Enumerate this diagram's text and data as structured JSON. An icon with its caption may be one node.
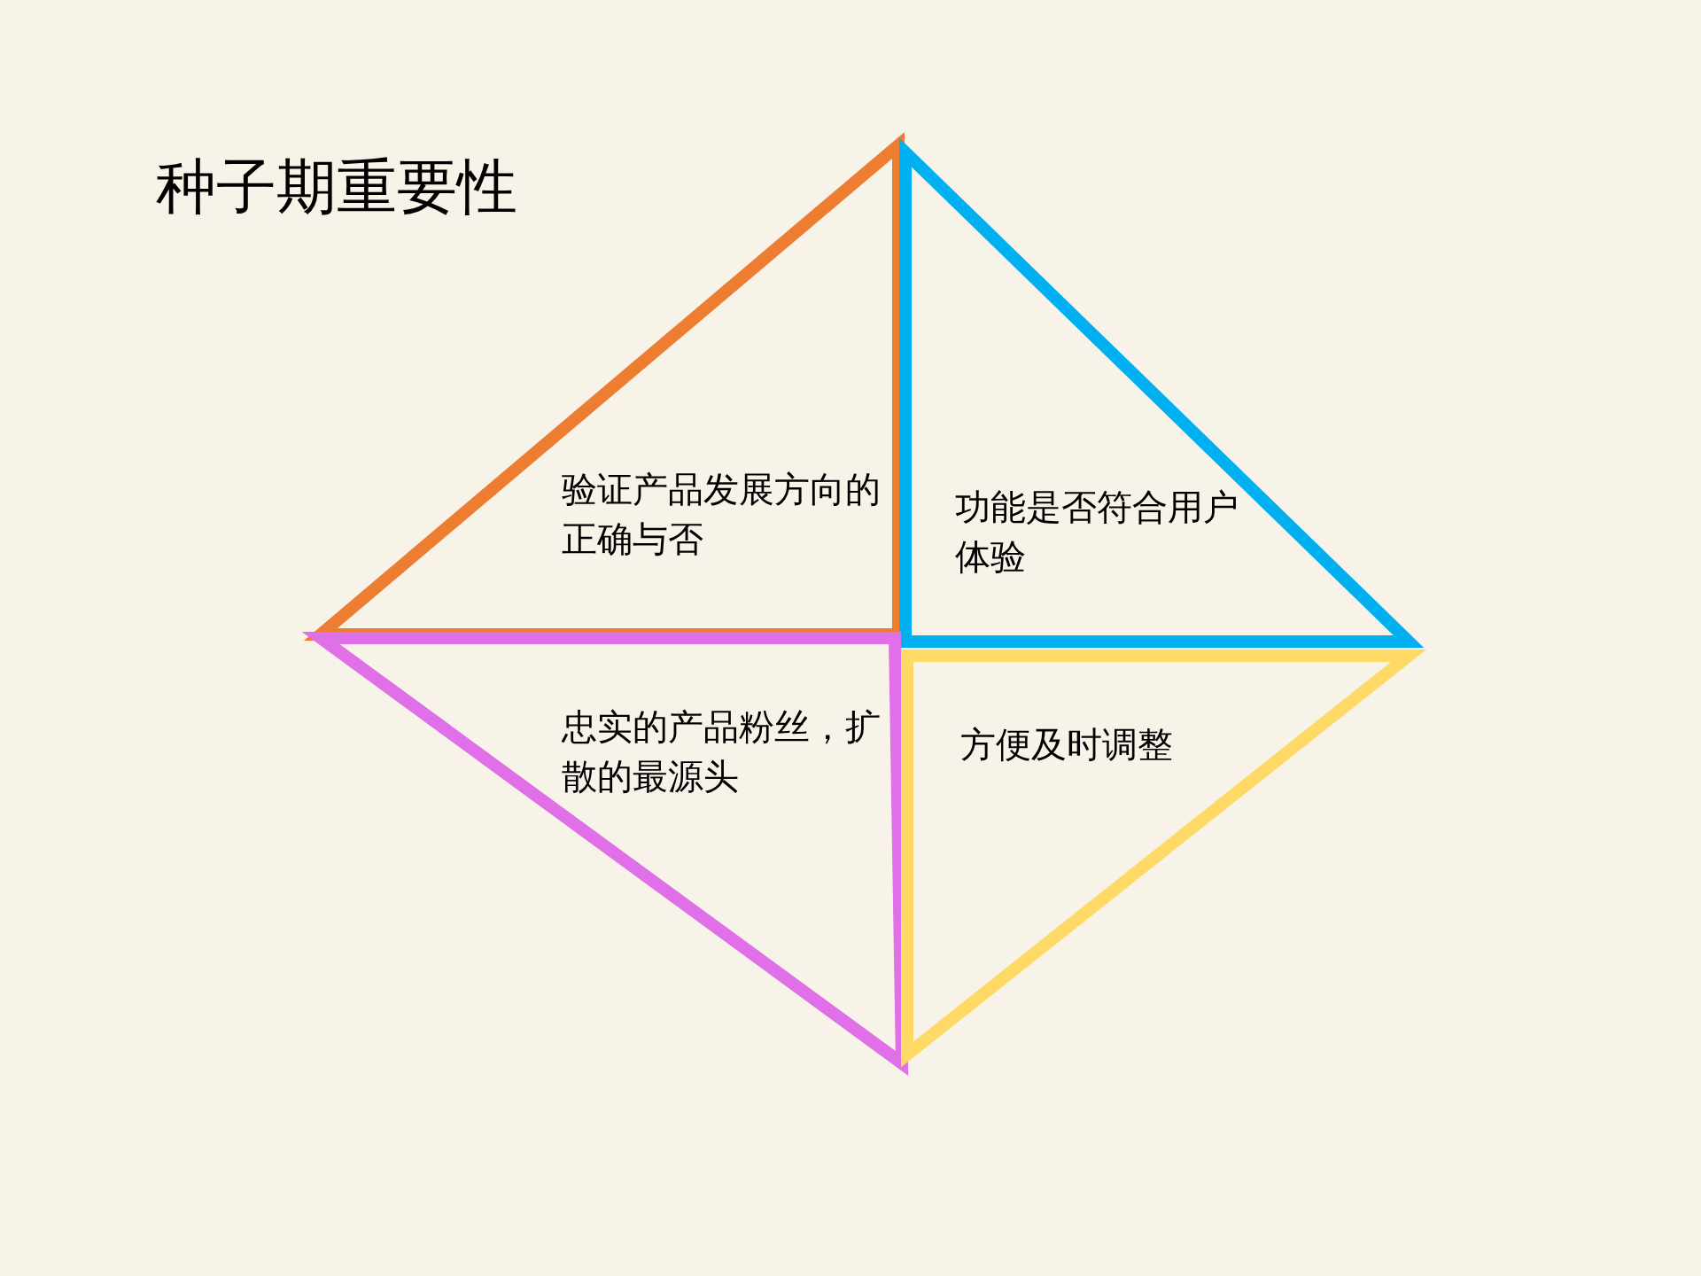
{
  "diagram": {
    "title": "种子期重要性",
    "nodes": [
      {
        "text": [
          "验证产品发展方向的正确与否"
        ]
      },
      {
        "text": [
          "功能是否符合用户体验"
        ]
      },
      {
        "text": [
          "忠实的产品粉丝，扩散的最源头"
        ]
      },
      {
        "text": [
          "方便及时调整"
        ]
      }
    ]
  }
}
